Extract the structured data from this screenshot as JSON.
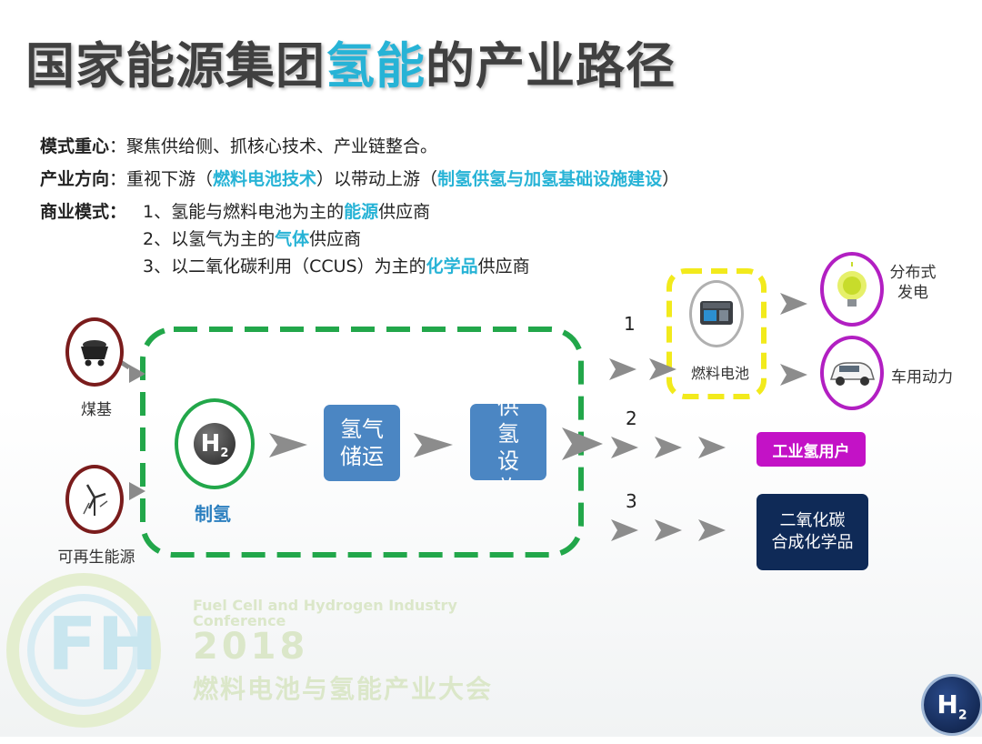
{
  "title": {
    "part1": "国家能源集团",
    "highlight": "氢能",
    "part2": "的产业路径"
  },
  "lines": {
    "mode_label": "模式重心",
    "mode_text": "：聚焦供给侧、抓核心技术、产业链整合。",
    "direction_label": "产业方向",
    "direction_a": "：重视下游（",
    "direction_hl1": "燃料电池技术",
    "direction_b": "）以带动上游（",
    "direction_hl2": "制氢供氢与加氢基础设施建设",
    "direction_c": "）",
    "business_label": "商业模式：",
    "item1_a": "1、氢能与燃料电池为主的",
    "item1_hl": "能源",
    "item1_b": "供应商",
    "item2_a": "2、以氢气为主的",
    "item2_hl": "气体",
    "item2_b": "供应商",
    "item3_a": "3、以二氧化碳利用（CCUS）为主的",
    "item3_hl": "化学品",
    "item3_b": "供应商"
  },
  "diagram": {
    "coal_label": "煤基",
    "renewable_label": "可再生能源",
    "h2_symbol": "H",
    "h2_subscript": "2",
    "hydrogen_production": "制氢",
    "storage_line1": "氢气",
    "storage_line2": "储运",
    "supply_text": "供\n氢\n设\n施",
    "num1": "1",
    "num2": "2",
    "num3": "3",
    "fuel_cell_label": "燃料电池",
    "distributed_line1": "分布式",
    "distributed_line2": "发电",
    "vehicle_power": "车用动力",
    "industrial_users": "工业氢用户",
    "chem_line1": "二氧化碳",
    "chem_line2": "合成化学品"
  },
  "watermark": {
    "logo": "FH",
    "conf_line1": "Fuel Cell and Hydrogen Industry",
    "conf_line2": "Conference",
    "year": "2018",
    "cn_name": "燃料电池与氢能产业大会"
  },
  "badge": {
    "symbol": "H",
    "subscript": "2"
  },
  "colors": {
    "accent_blue": "#27b3d6",
    "box_blue": "#4b86c3",
    "dashed_green": "#22a74a",
    "dashed_yellow": "#f2ea1c",
    "purple": "#b21fc2",
    "magenta_box": "#c312c6",
    "navy_box": "#0f2a57",
    "dark_red": "#7a1c1c"
  }
}
